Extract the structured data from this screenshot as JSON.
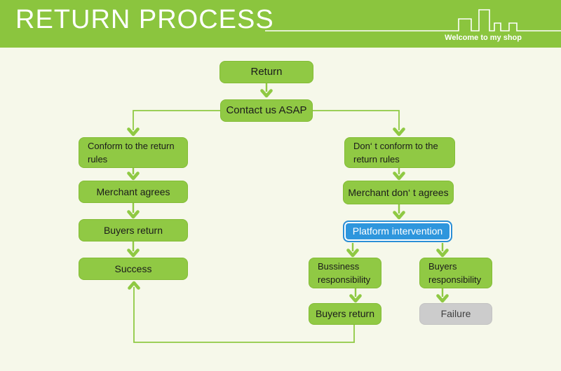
{
  "header": {
    "title": "RETURN PROCESS",
    "tagline": "Welcome to my shop",
    "background_color": "#8bc53e",
    "text_color": "#ffffff",
    "decoration": "city-skyline-outline"
  },
  "canvas": {
    "background_color": "#f6f8ea"
  },
  "colors": {
    "node_green": "#90c944",
    "arrow_green": "#8fc943",
    "platform_blue": "#2e96dd",
    "failure_gray": "#cccccc",
    "node_text": "#1b1b1b"
  },
  "flowchart": {
    "nodes": {
      "return": {
        "label": "Return"
      },
      "contact": {
        "label": "Contact us ASAP"
      },
      "conform_rules": {
        "label": "Conform to the return rules"
      },
      "merchant_agrees": {
        "label": "Merchant agrees"
      },
      "buyers_return": {
        "label": "Buyers return"
      },
      "success": {
        "label": "Success"
      },
      "dont_conform_rules": {
        "label": "Don‘ t conform to the return rules"
      },
      "merchant_dont_agrees": {
        "label": "Merchant don‘ t agrees"
      },
      "platform_intervention": {
        "label": "Platform intervention"
      },
      "business_responsibility": {
        "label": "Bussiness responsibility"
      },
      "buyers_responsibility": {
        "label": "Buyers responsibility"
      },
      "buyers_return_2": {
        "label": "Buyers return"
      },
      "failure": {
        "label": "Failure"
      }
    },
    "edges": [
      {
        "from": "return",
        "to": "contact"
      },
      {
        "from": "contact",
        "to": "conform_rules"
      },
      {
        "from": "contact",
        "to": "dont_conform_rules"
      },
      {
        "from": "conform_rules",
        "to": "merchant_agrees"
      },
      {
        "from": "merchant_agrees",
        "to": "buyers_return"
      },
      {
        "from": "buyers_return",
        "to": "success"
      },
      {
        "from": "dont_conform_rules",
        "to": "merchant_dont_agrees"
      },
      {
        "from": "merchant_dont_agrees",
        "to": "platform_intervention"
      },
      {
        "from": "platform_intervention",
        "to": "business_responsibility"
      },
      {
        "from": "platform_intervention",
        "to": "buyers_responsibility"
      },
      {
        "from": "business_responsibility",
        "to": "buyers_return_2"
      },
      {
        "from": "buyers_responsibility",
        "to": "failure"
      },
      {
        "from": "buyers_return_2",
        "to": "success"
      }
    ]
  }
}
